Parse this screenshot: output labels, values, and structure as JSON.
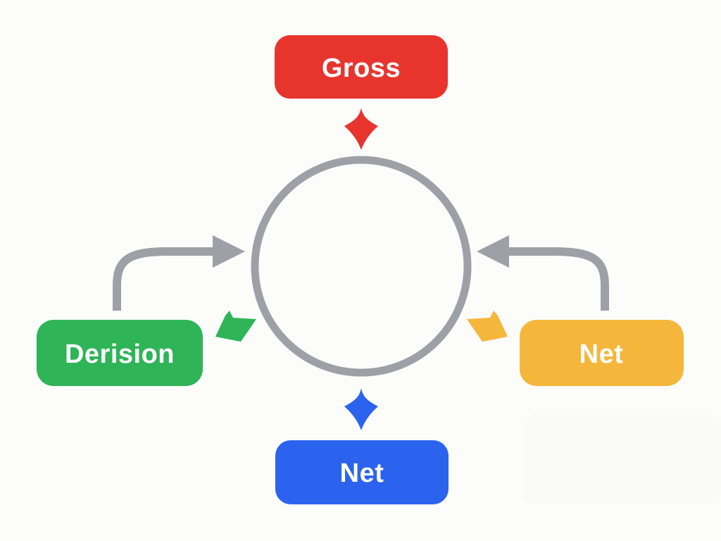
{
  "page": {
    "background_color": "#FCFCFB",
    "corner_patch_color": "#FAFAF6"
  },
  "diagram": {
    "type": "cycle-flow",
    "center_circle": {
      "shape": "ring",
      "color": "#9DA1A7",
      "fill": "none"
    },
    "nodes": {
      "top": {
        "label": "Gross",
        "color": "#E7352D",
        "text_color": "#FFFFFF",
        "position": "top"
      },
      "left": {
        "label": "Derision",
        "color": "#2FB457",
        "text_color": "#FFFFFF",
        "position": "left"
      },
      "right": {
        "label": "Net",
        "color": "#F4B73B",
        "text_color": "#FFFFFF",
        "position": "right"
      },
      "bottom": {
        "label": "Net",
        "color": "#2C63EE",
        "text_color": "#FFFFFF",
        "position": "bottom"
      }
    },
    "arrows": {
      "gross_to_circle": {
        "style": "concave-diamond",
        "color": "#E7352D",
        "direction": "down"
      },
      "circle_to_bottom": {
        "style": "concave-diamond",
        "color": "#2C63EE",
        "direction": "down"
      },
      "left_curved": {
        "style": "curved-arrow",
        "color": "#9DA1A7",
        "direction": "up-right-into-circle"
      },
      "right_curved": {
        "style": "curved-arrow",
        "color": "#9DA1A7",
        "direction": "up-left-into-circle"
      },
      "circle_to_derision": {
        "style": "chunky-arrow",
        "color": "#2FB457",
        "direction": "down-left"
      },
      "circle_to_net": {
        "style": "chunky-arrow",
        "color": "#F4B73B",
        "direction": "down-right"
      }
    }
  }
}
